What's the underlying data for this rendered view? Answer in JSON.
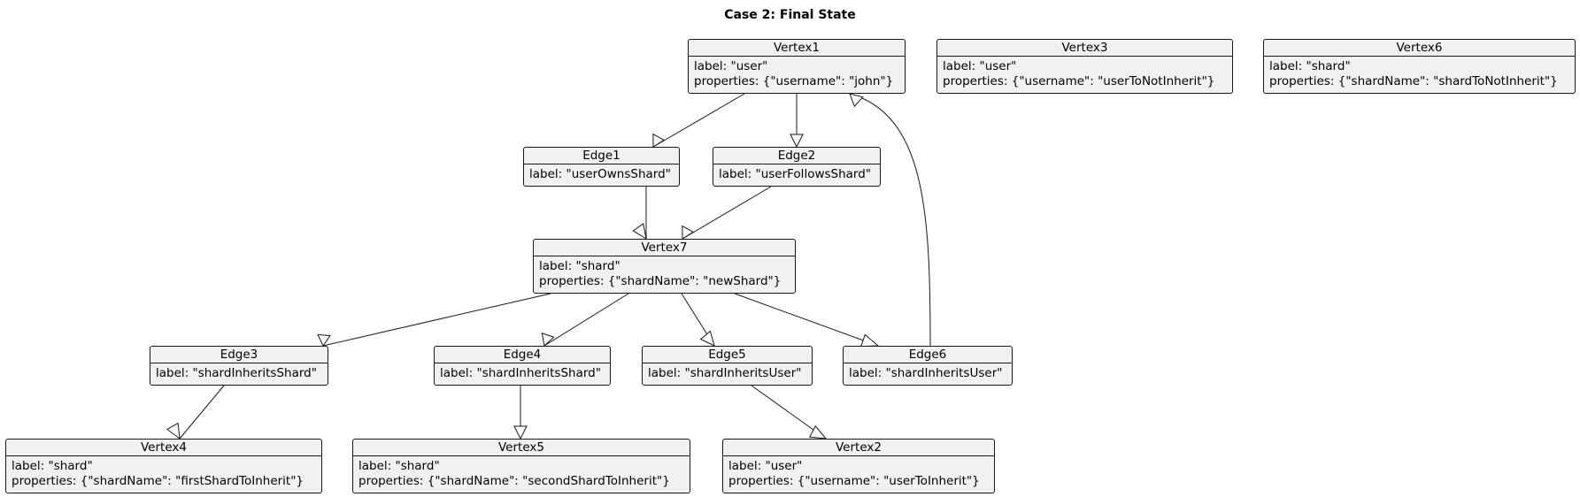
{
  "title": "Case 2: Final State",
  "nodes": [
    {
      "id": "Vertex1",
      "name": "Vertex1",
      "lines": [
        "label: \"user\"",
        "properties: {\"username\": \"john\"}"
      ]
    },
    {
      "id": "Vertex3",
      "name": "Vertex3",
      "lines": [
        "label: \"user\"",
        "properties: {\"username\": \"userToNotInherit\"}"
      ]
    },
    {
      "id": "Vertex6",
      "name": "Vertex6",
      "lines": [
        "label: \"shard\"",
        "properties: {\"shardName\": \"shardToNotInherit\"}"
      ]
    },
    {
      "id": "Edge1",
      "name": "Edge1",
      "lines": [
        "label: \"userOwnsShard\""
      ]
    },
    {
      "id": "Edge2",
      "name": "Edge2",
      "lines": [
        "label: \"userFollowsShard\""
      ]
    },
    {
      "id": "Vertex7",
      "name": "Vertex7",
      "lines": [
        "label: \"shard\"",
        "properties: {\"shardName\": \"newShard\"}"
      ]
    },
    {
      "id": "Edge3",
      "name": "Edge3",
      "lines": [
        "label: \"shardInheritsShard\""
      ]
    },
    {
      "id": "Edge4",
      "name": "Edge4",
      "lines": [
        "label: \"shardInheritsShard\""
      ]
    },
    {
      "id": "Edge5",
      "name": "Edge5",
      "lines": [
        "label: \"shardInheritsUser\""
      ]
    },
    {
      "id": "Edge6",
      "name": "Edge6",
      "lines": [
        "label: \"shardInheritsUser\""
      ]
    },
    {
      "id": "Vertex4",
      "name": "Vertex4",
      "lines": [
        "label: \"shard\"",
        "properties: {\"shardName\": \"firstShardToInherit\"}"
      ]
    },
    {
      "id": "Vertex5",
      "name": "Vertex5",
      "lines": [
        "label: \"shard\"",
        "properties: {\"shardName\": \"secondShardToInherit\"}"
      ]
    },
    {
      "id": "Vertex2",
      "name": "Vertex2",
      "lines": [
        "label: \"user\"",
        "properties: {\"username\": \"userToInherit\"}"
      ]
    }
  ],
  "edges": [
    {
      "from": "Vertex1",
      "to": "Edge1"
    },
    {
      "from": "Vertex1",
      "to": "Edge2"
    },
    {
      "from": "Edge6",
      "to": "Vertex1"
    },
    {
      "from": "Edge1",
      "to": "Vertex7"
    },
    {
      "from": "Edge2",
      "to": "Vertex7"
    },
    {
      "from": "Vertex7",
      "to": "Edge3"
    },
    {
      "from": "Vertex7",
      "to": "Edge4"
    },
    {
      "from": "Vertex7",
      "to": "Edge5"
    },
    {
      "from": "Vertex7",
      "to": "Edge6"
    },
    {
      "from": "Edge3",
      "to": "Vertex4"
    },
    {
      "from": "Edge4",
      "to": "Vertex5"
    },
    {
      "from": "Edge5",
      "to": "Vertex2"
    }
  ],
  "colors": {
    "node_fill": "#f1f1f1",
    "node_border": "#181818",
    "edge_stroke": "#181818",
    "arrowhead_fill": "#ffffff",
    "background": "#ffffff"
  }
}
